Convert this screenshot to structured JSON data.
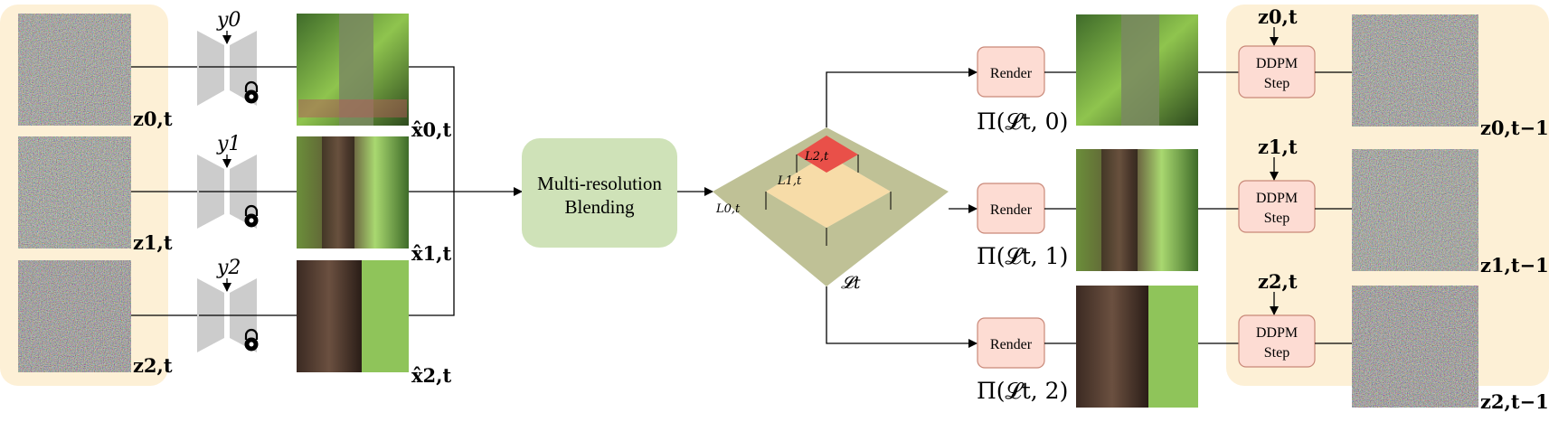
{
  "colors": {
    "panel": "#fdf0d6",
    "node_fill": "#fddcd3",
    "node_stroke": "#c98878",
    "blend_box": "#cfe2b8",
    "encoder": "#cccccc",
    "diamond": "#bfc196",
    "layer1": "#f8dca4",
    "layer2": "#e95049",
    "line": "#000000"
  },
  "noise_latents": [
    {
      "label": "z0,t"
    },
    {
      "label": "z1,t"
    },
    {
      "label": "z2,t"
    }
  ],
  "prompts": [
    {
      "label": "y0",
      "icon": "lock-icon"
    },
    {
      "label": "y1",
      "icon": "lock-icon"
    },
    {
      "label": "y2",
      "icon": "lock-icon"
    }
  ],
  "predictions": [
    {
      "label": "x̂0,t"
    },
    {
      "label": "x̂1,t"
    },
    {
      "label": "x̂2,t"
    }
  ],
  "blending": {
    "line1": "Multi-resolution",
    "line2": "Blending"
  },
  "pyramid": {
    "l0": "L0,t",
    "l1": "L1,t",
    "l2": "L2,t",
    "caption": "𝓛t"
  },
  "render_nodes": [
    {
      "label": "Render",
      "caption": "Π(𝓛t, 0)"
    },
    {
      "label": "Render",
      "caption": "Π(𝓛t, 1)"
    },
    {
      "label": "Render",
      "caption": "Π(𝓛t, 2)"
    }
  ],
  "ddpm_steps": [
    {
      "line1": "DDPM",
      "line2": "Step",
      "input": "z0,t"
    },
    {
      "line1": "DDPM",
      "line2": "Step",
      "input": "z1,t"
    },
    {
      "line1": "DDPM",
      "line2": "Step",
      "input": "z2,t"
    }
  ],
  "outputs": [
    {
      "label": "z0,t−1"
    },
    {
      "label": "z1,t−1"
    },
    {
      "label": "z2,t−1"
    }
  ]
}
